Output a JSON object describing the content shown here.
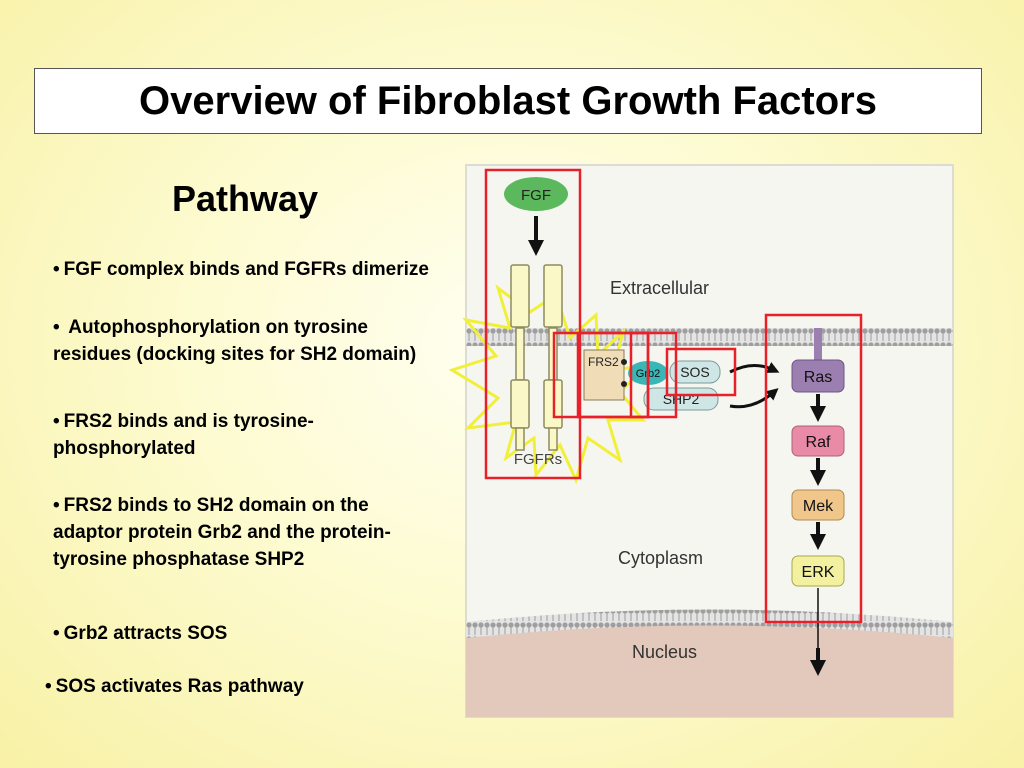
{
  "slide": {
    "title": "Overview of Fibroblast Growth Factors",
    "subtitle": "Pathway",
    "bullets": [
      {
        "marker": "•",
        "text": "FGF complex binds and FGFRs dimerize"
      },
      {
        "marker": "•",
        "text": " Autophosphorylation on tyrosine residues (docking sites for SH2 domain)"
      },
      {
        "marker": "•",
        "text": "FRS2 binds and is tyrosine-phosphorylated"
      },
      {
        "marker": "•",
        "text": "FRS2 binds to SH2 domain on the adaptor protein Grb2 and the protein-tyrosine phosphatase SHP2"
      },
      {
        "marker": "•",
        "text": "Grb2  attracts SOS"
      },
      {
        "marker": "•",
        "text": "SOS activates Ras pathway"
      }
    ]
  },
  "diagram": {
    "regions": {
      "extracellular": "Extracellular",
      "cytoplasm": "Cytoplasm",
      "nucleus": "Nucleus"
    },
    "molecules": {
      "fgf": "FGF",
      "fgfrs": "FGFRs",
      "frs2": "FRS2",
      "grb2": "Grb2",
      "sos": "SOS",
      "shp2": "SHP2",
      "ras": "Ras",
      "raf": "Raf",
      "mek": "Mek",
      "erk": "ERK"
    },
    "colors": {
      "fgf": "#5cb85c",
      "receptor": "#fbf8c8",
      "grb2": "#3bb6b6",
      "sos_shp2": "#cfe6e6",
      "ras": "#9b7fb0",
      "raf": "#e98aa6",
      "mek": "#f0c68a",
      "erk": "#f3f1a0",
      "nucleus": "#e3c8bc",
      "highlight_box": "#e8202a",
      "burst": "#f0f03a",
      "membrane": "#b7b7b7"
    }
  }
}
